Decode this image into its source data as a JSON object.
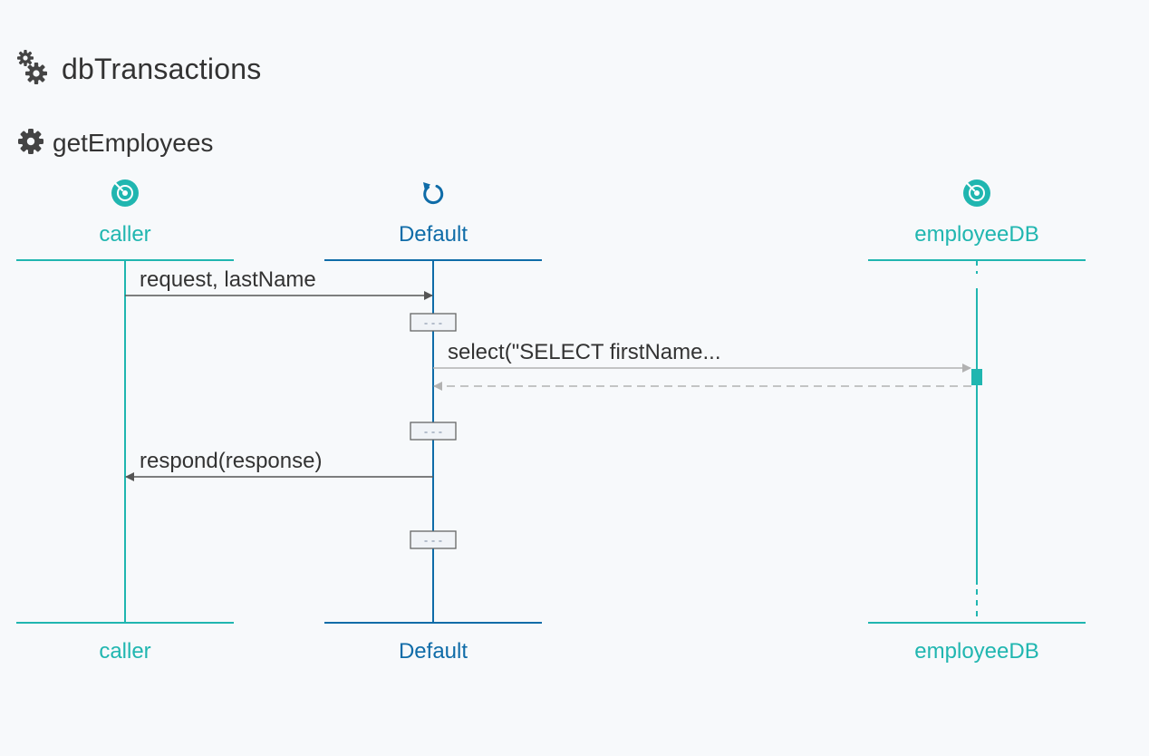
{
  "module": {
    "title": "dbTransactions",
    "icon": "gears-icon"
  },
  "function": {
    "title": "getEmployees",
    "icon": "gear-icon"
  },
  "colors": {
    "teal": "#20b6b0",
    "blue": "#0f6ca8",
    "text": "#333333",
    "message": "#555555",
    "remote": "#b2b2b2"
  },
  "lifelines": [
    {
      "id": "caller",
      "label": "caller",
      "icon": "endpoint-icon",
      "kind": "endpoint"
    },
    {
      "id": "default",
      "label": "Default",
      "icon": "worker-icon",
      "kind": "worker"
    },
    {
      "id": "employeeDB",
      "label": "employeeDB",
      "icon": "endpoint-icon",
      "kind": "endpoint"
    }
  ],
  "messages": [
    {
      "from": "caller",
      "to": "default",
      "label": "request, lastName",
      "style": "solid"
    },
    {
      "from": "default",
      "to": "employeeDB",
      "label": "select(\"SELECT firstName...",
      "style": "remote"
    },
    {
      "from": "employeeDB",
      "to": "default",
      "label": "",
      "style": "dashed-return"
    },
    {
      "from": "default",
      "to": "caller",
      "label": "respond(response)",
      "style": "solid"
    }
  ],
  "collapsed_blocks": [
    {
      "label": "- - -"
    },
    {
      "label": "- - -"
    },
    {
      "label": "- - -"
    }
  ]
}
